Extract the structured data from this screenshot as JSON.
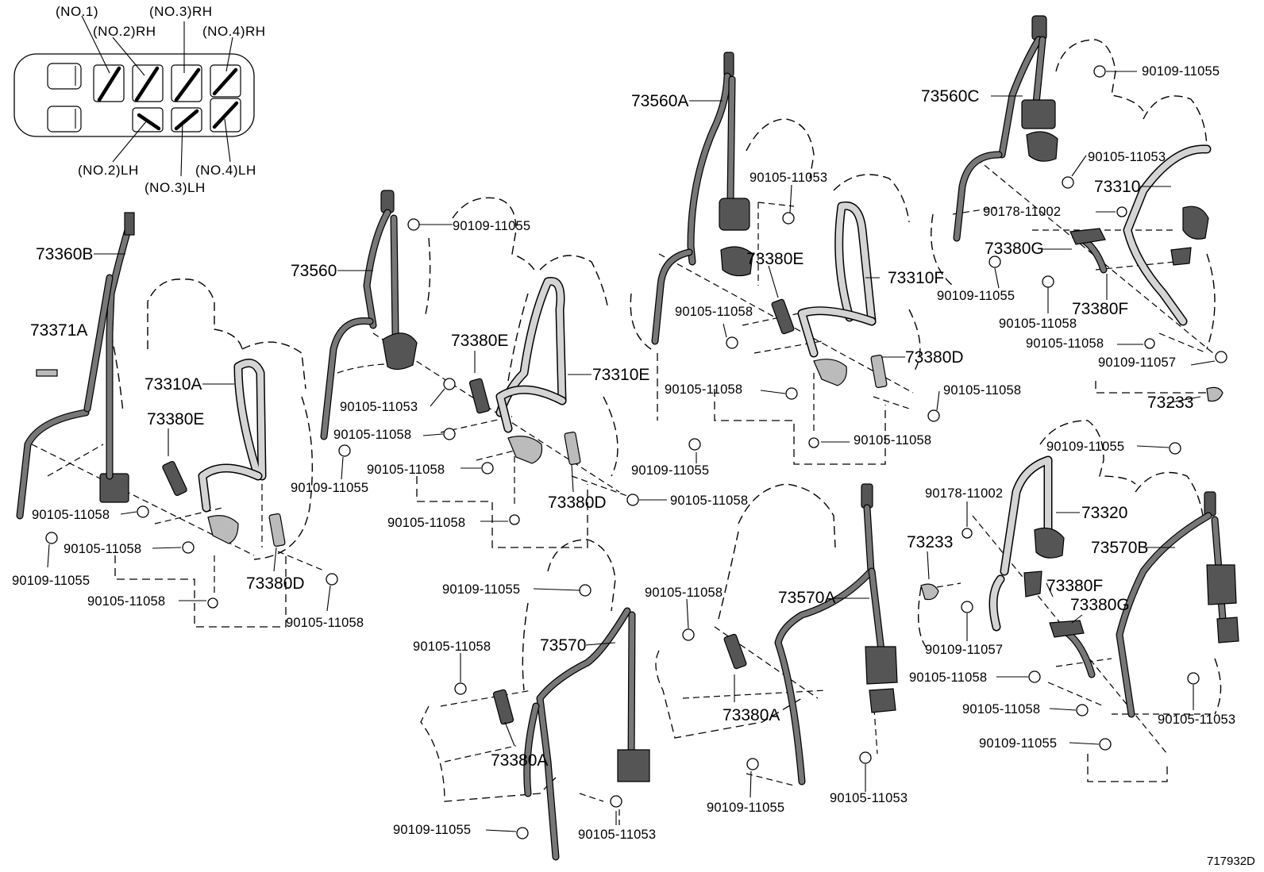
{
  "seat_map": {
    "labels": {
      "no1": "(NO.1)",
      "no2rh": "(NO.2)RH",
      "no3rh": "(NO.3)RH",
      "no4rh": "(NO.4)RH",
      "no2lh": "(NO.2)LH",
      "no3lh": "(NO.3)LH",
      "no4lh": "(NO.4)LH"
    }
  },
  "parts": {
    "p73360B": "73360B",
    "p73371A": "73371A",
    "p73310A": "73310A",
    "p73380E": "73380E",
    "p73380D": "73380D",
    "p73560": "73560",
    "p73310E": "73310E",
    "p73560A": "73560A",
    "p73310F": "73310F",
    "p73560C": "73560C",
    "p73310": "73310",
    "p73380G": "73380G",
    "p73380F": "73380F",
    "p73233": "73233",
    "p73570": "73570",
    "p73380A": "73380A",
    "p73570A": "73570A",
    "p73320": "73320",
    "p73570B": "73570B",
    "p90105_11058": "90105-11058",
    "p90109_11055": "90109-11055",
    "p90105_11053": "90105-11053",
    "p90178_11002": "90178-11002",
    "p90109_11057": "90109-11057"
  },
  "reference": "717932D"
}
